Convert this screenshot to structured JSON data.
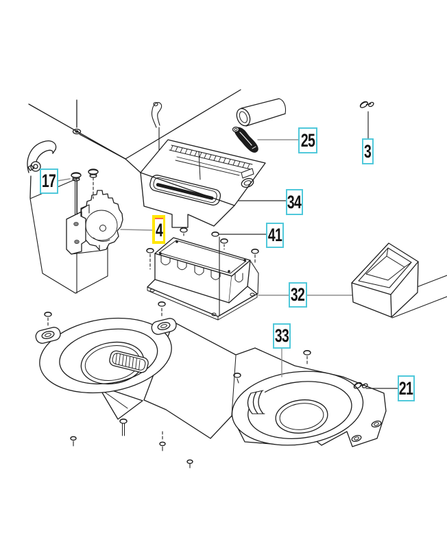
{
  "page": {
    "background": "#ffffff"
  },
  "diagram": {
    "type": "exploded-parts-diagram",
    "line_color": "#1c1c1c",
    "leader_color": "#8e8e8e",
    "callout_border_color": "#4fc8da",
    "callout_text_color": "#111111",
    "highlight_fill": "#ffe600",
    "highlight_accent": "#ff6a45",
    "callouts": [
      {
        "label": "17",
        "highlighted": false
      },
      {
        "label": "25",
        "highlighted": false
      },
      {
        "label": "3",
        "highlighted": false
      },
      {
        "label": "34",
        "highlighted": false
      },
      {
        "label": "4",
        "highlighted": true
      },
      {
        "label": "41",
        "highlighted": false
      },
      {
        "label": "32",
        "highlighted": false
      },
      {
        "label": "33",
        "highlighted": false
      },
      {
        "label": "21",
        "highlighted": false
      }
    ]
  }
}
